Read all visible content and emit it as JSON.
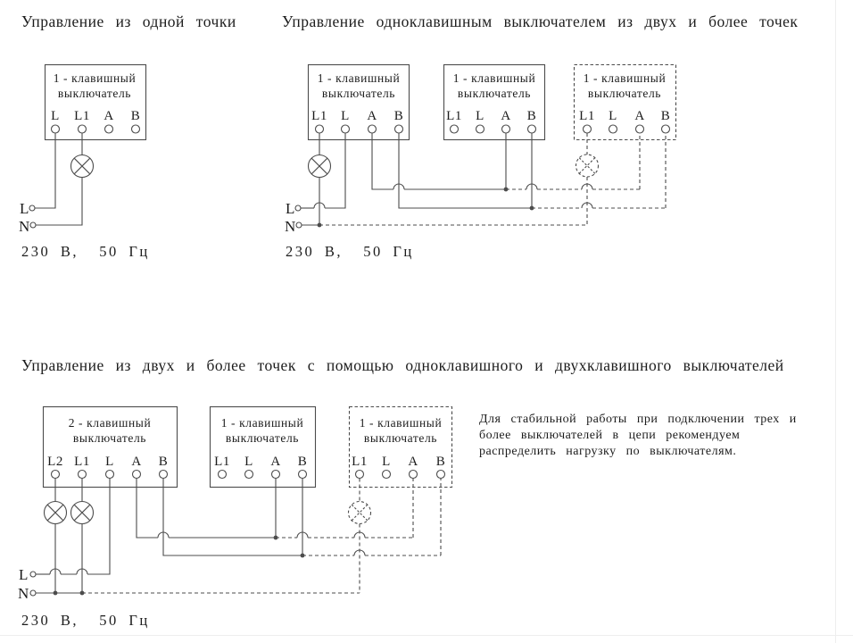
{
  "colors": {
    "line": "#4c4c4c",
    "text": "#1c1c1c",
    "background": "#ffffff"
  },
  "diagram_one_point": {
    "title": "Управление из одной точки",
    "switch": {
      "label": [
        "1 - клавишный",
        "выключатель"
      ],
      "terminals": [
        "L",
        "L1",
        "A",
        "B"
      ]
    },
    "supply": {
      "phase": "L",
      "neutral": "N",
      "rating": "230 В,  50 Гц"
    }
  },
  "diagram_multi_point": {
    "title": "Управление одноклавишным выключателем из двух и более точек",
    "switches": [
      {
        "label": [
          "1 - клавишный",
          "выключатель"
        ],
        "terminals": [
          "L1",
          "L",
          "A",
          "B"
        ]
      },
      {
        "label": [
          "1 - клавишный",
          "выключатель"
        ],
        "terminals": [
          "L1",
          "L",
          "A",
          "B"
        ]
      },
      {
        "label": [
          "1 - клавишный",
          "выключатель"
        ],
        "terminals": [
          "L1",
          "L",
          "A",
          "B"
        ]
      }
    ],
    "supply": {
      "phase": "L",
      "neutral": "N",
      "rating": "230 В,  50 Гц"
    }
  },
  "diagram_mixed": {
    "title": "Управление из двух и более точек с помощью одноклавишного и двухклавишного выключателей",
    "switches": [
      {
        "label": [
          "2 - клавишный",
          "выключатель"
        ],
        "terminals": [
          "L2",
          "L1",
          "L",
          "A",
          "B"
        ]
      },
      {
        "label": [
          "1 - клавишный",
          "выключатель"
        ],
        "terminals": [
          "L1",
          "L",
          "A",
          "B"
        ]
      },
      {
        "label": [
          "1 - клавишный",
          "выключатель"
        ],
        "terminals": [
          "L1",
          "L",
          "A",
          "B"
        ]
      }
    ],
    "supply": {
      "phase": "L",
      "neutral": "N",
      "rating": "230 В,  50 Гц"
    },
    "note": [
      "Для стабильной работы при подключении трех и",
      "более выключателей в цепи рекомендуем",
      "распределить нагрузку по выключателям."
    ]
  }
}
